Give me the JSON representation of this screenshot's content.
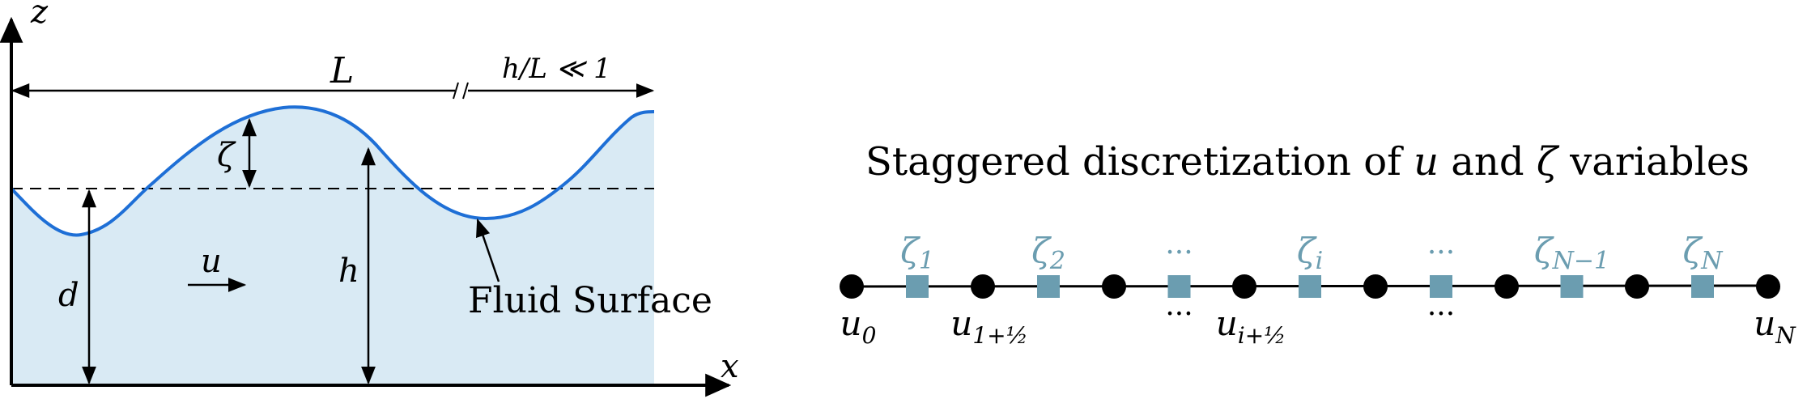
{
  "left": {
    "axis_z": "z",
    "axis_x": "x",
    "length_label": "L",
    "ratio_label": "h/L ≪ 1",
    "zeta_label": "ζ",
    "depth_label": "d",
    "h_label": "h",
    "velocity_label": "u",
    "surface_label": "Fluid Surface",
    "colors": {
      "fluid": "#d9eaf4",
      "surface": "#1e6fd6",
      "line": "#000000"
    }
  },
  "right": {
    "title_prefix": "Staggered discretization of ",
    "title_u": "u",
    "title_and": " and ",
    "title_zeta": "ζ",
    "title_suffix": " variables",
    "zeta_labels": [
      {
        "base": "ζ",
        "sub": "1"
      },
      {
        "base": "ζ",
        "sub": "2"
      },
      {
        "base": "···",
        "sub": ""
      },
      {
        "base": "ζ",
        "sub": "i"
      },
      {
        "base": "···",
        "sub": ""
      },
      {
        "base": "ζ",
        "sub": "N−1"
      },
      {
        "base": "ζ",
        "sub": "N"
      }
    ],
    "u_labels": [
      {
        "base": "u",
        "sub": "0"
      },
      {
        "base": "u",
        "sub": "1+½"
      },
      {
        "base": "···",
        "sub": ""
      },
      {
        "base": "u",
        "sub": "i+½"
      },
      {
        "base": "···",
        "sub": ""
      },
      {
        "base": "u",
        "sub": "N"
      }
    ],
    "colors": {
      "node": "#000000",
      "square": "#6b9db0"
    }
  }
}
